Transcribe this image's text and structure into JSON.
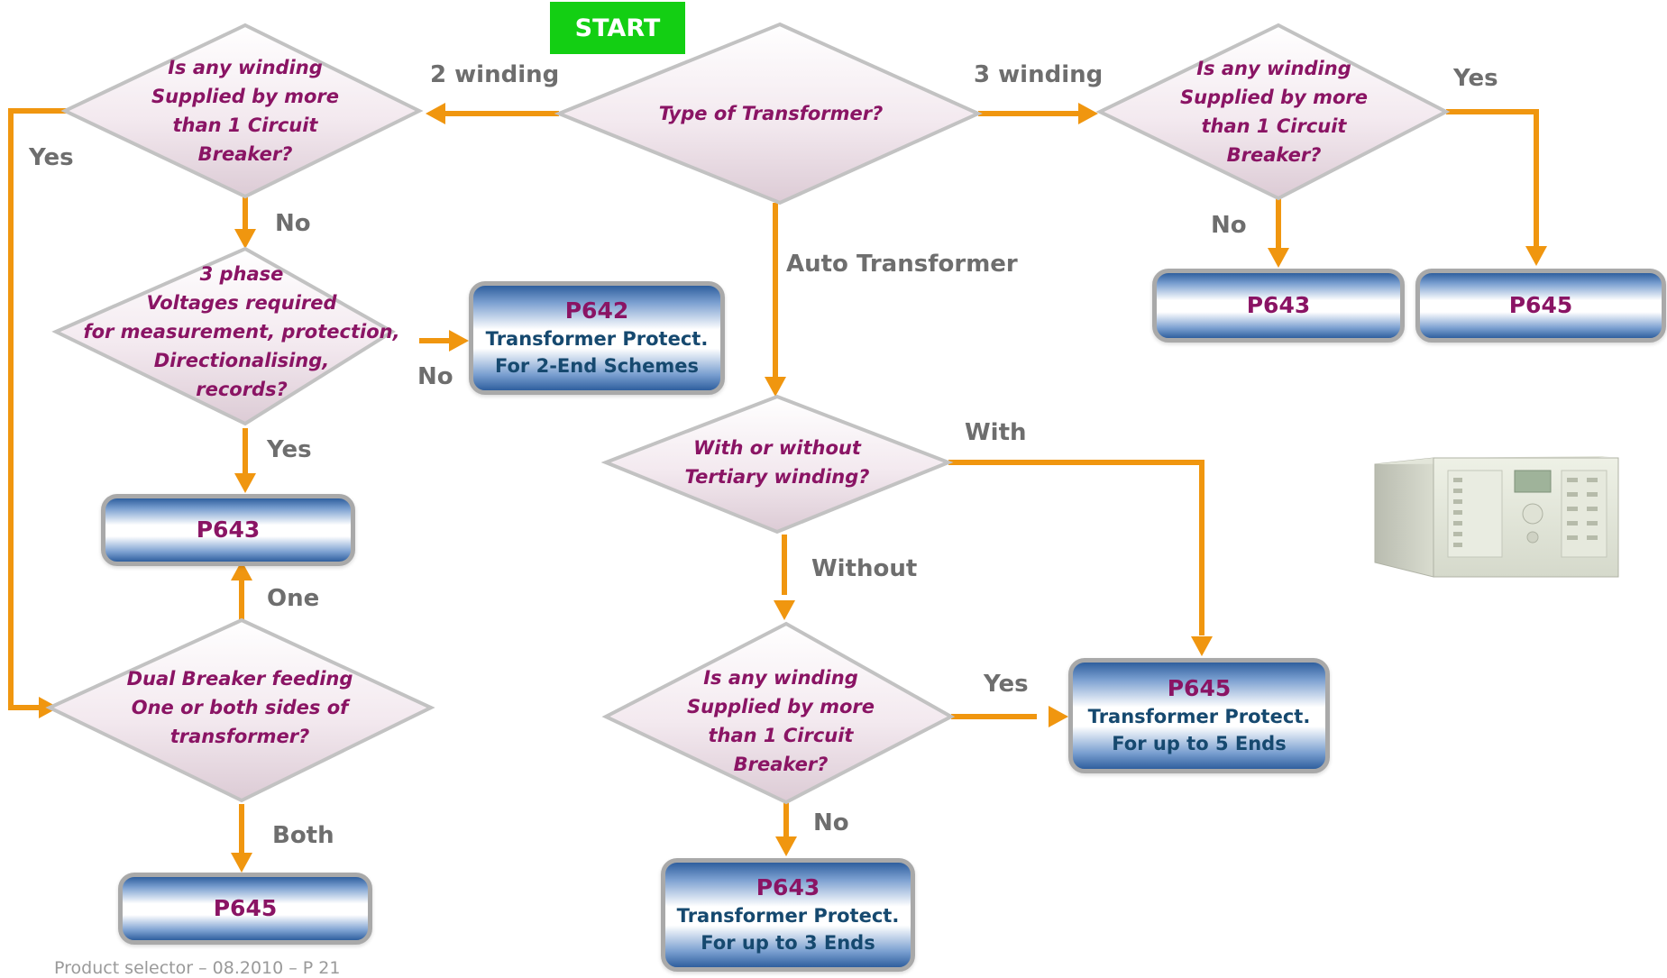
{
  "start": "START",
  "decisions": {
    "type_transformer": "Type of Transformer?",
    "left_multi_cb": "Is any winding\nSupplied by more\nthan 1 Circuit\nBreaker?",
    "three_phase": "3 phase\nVoltages required\nfor measurement, protection,\nDirectionalising,\nrecords?",
    "dual_breaker": "Dual Breaker feeding\nOne or both sides of\ntransformer?",
    "tertiary": "With or without\nTertiary winding?",
    "mid_multi_cb": "Is any winding\nSupplied by more\nthan 1 Circuit\nBreaker?",
    "right_multi_cb": "Is any winding\nSupplied by more\nthan 1 Circuit\nBreaker?"
  },
  "results": {
    "p642": {
      "code": "P642",
      "line1": "Transformer Protect.",
      "line2": "For 2-End Schemes"
    },
    "p643_left": {
      "code": "P643"
    },
    "p645_left": {
      "code": "P645"
    },
    "p643_mid": {
      "code": "P643",
      "line1": "Transformer Protect.",
      "line2": "For up to 3 Ends"
    },
    "p645_mid": {
      "code": "P645",
      "line1": "Transformer Protect.",
      "line2": "For up to 5 Ends"
    },
    "p643_right": {
      "code": "P643"
    },
    "p645_right": {
      "code": "P645"
    }
  },
  "labels": {
    "two_winding": "2 winding",
    "three_winding": "3 winding",
    "auto_transformer": "Auto Transformer",
    "left_yes": "Yes",
    "left_no": "No",
    "phase_no": "No",
    "phase_yes": "Yes",
    "one": "One",
    "both": "Both",
    "with": "With",
    "without": "Without",
    "mid_yes": "Yes",
    "mid_no": "No",
    "right_yes": "Yes",
    "right_no": "No"
  },
  "footer": "Product selector – 08.2010 – P 21",
  "colors": {
    "arrow": "#f0960f",
    "start": "#13cf13",
    "question_text": "#8a1464",
    "result_code": "#8a1464",
    "result_desc": "#16496f",
    "label": "#6e6e6e"
  },
  "icons": [
    "relay-device-image"
  ]
}
